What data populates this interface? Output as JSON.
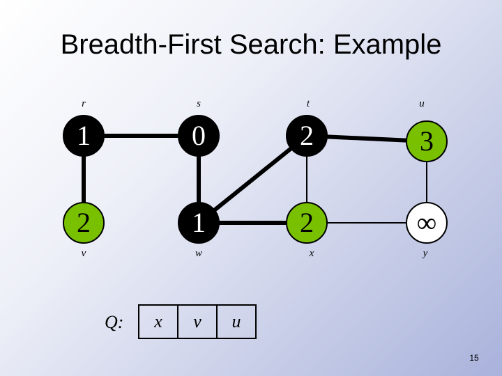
{
  "title": "Breadth-First Search: Example",
  "vertices": [
    {
      "id": "r",
      "value": "1",
      "state": "black"
    },
    {
      "id": "s",
      "value": "0",
      "state": "black"
    },
    {
      "id": "t",
      "value": "2",
      "state": "black"
    },
    {
      "id": "u",
      "value": "3",
      "state": "gray"
    },
    {
      "id": "v",
      "value": "2",
      "state": "gray"
    },
    {
      "id": "w",
      "value": "1",
      "state": "black"
    },
    {
      "id": "x",
      "value": "2",
      "state": "gray"
    },
    {
      "id": "y",
      "value": "∞",
      "state": "white"
    }
  ],
  "edges": [
    {
      "from": "r",
      "to": "s",
      "tree": true
    },
    {
      "from": "t",
      "to": "u",
      "tree": true
    },
    {
      "from": "r",
      "to": "v",
      "tree": true
    },
    {
      "from": "s",
      "to": "w",
      "tree": true
    },
    {
      "from": "w",
      "to": "t",
      "tree": true
    },
    {
      "from": "w",
      "to": "x",
      "tree": true
    },
    {
      "from": "t",
      "to": "x",
      "tree": false
    },
    {
      "from": "u",
      "to": "y",
      "tree": false
    },
    {
      "from": "x",
      "to": "y",
      "tree": false
    }
  ],
  "queue": {
    "label": "Q:",
    "items": [
      "x",
      "v",
      "u"
    ]
  },
  "page_number": "15",
  "colors": {
    "gray": "#78c000",
    "black": "#000000",
    "white": "#ffffff"
  }
}
